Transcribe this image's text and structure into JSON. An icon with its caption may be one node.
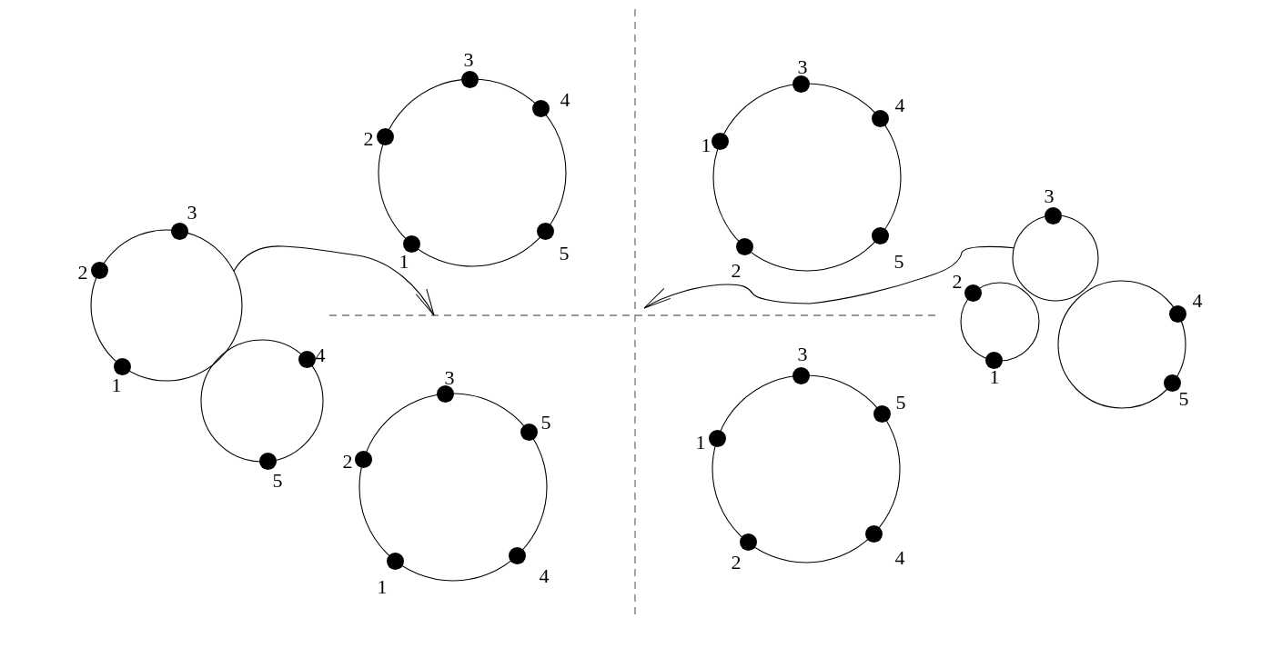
{
  "diagram": {
    "nodes": [
      {
        "text": [],
        "shape": "circle",
        "beside": [
          "3",
          "4",
          "2",
          "1",
          "5"
        ]
      },
      {
        "text": [],
        "shape": "circle",
        "beside": [
          "3",
          "4",
          "1",
          "2",
          "5"
        ]
      },
      {
        "text": [],
        "shape": "circle",
        "beside": [
          "3",
          "2",
          "1"
        ]
      },
      {
        "text": [],
        "shape": "circle",
        "beside": [
          "4",
          "5"
        ]
      },
      {
        "text": [],
        "shape": "circle",
        "beside": [
          "3"
        ]
      },
      {
        "text": [],
        "shape": "circle",
        "beside": [
          "2",
          "1"
        ]
      },
      {
        "text": [],
        "shape": "circle",
        "beside": [
          "4",
          "5"
        ]
      },
      {
        "text": [],
        "shape": "circle",
        "beside": [
          "3",
          "5",
          "2",
          "1",
          "4"
        ]
      },
      {
        "text": [],
        "shape": "circle",
        "beside": [
          "3",
          "5",
          "1",
          "2",
          "4"
        ]
      }
    ],
    "edges": [
      {
        "from": 2,
        "to": null,
        "arrow": "to"
      },
      {
        "from": 4,
        "to": null,
        "arrow": "to"
      }
    ]
  }
}
